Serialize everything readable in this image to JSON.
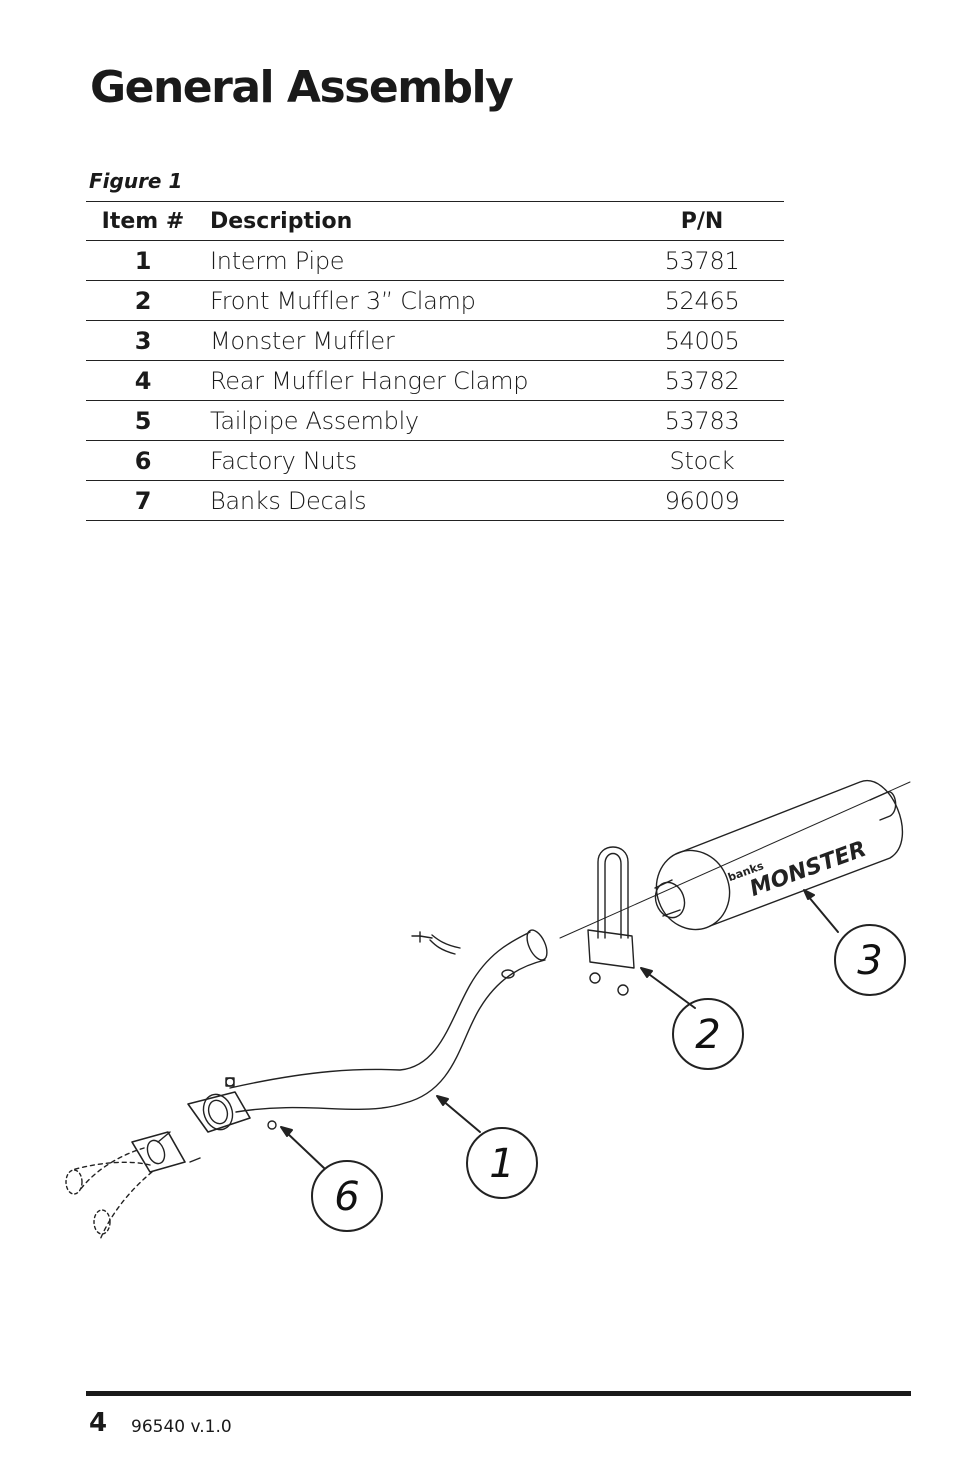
{
  "title": "General Assembly",
  "figure_label": "Figure 1",
  "table": {
    "headers": {
      "item": "Item #",
      "description": "Description",
      "pn": "P/N"
    },
    "rows": [
      {
        "item": "1",
        "description": "Interm Pipe",
        "pn": "53781"
      },
      {
        "item": "2",
        "description": "Front Muffler 3” Clamp",
        "pn": "52465"
      },
      {
        "item": "3",
        "description": "Monster Muffler",
        "pn": "54005"
      },
      {
        "item": "4",
        "description": "Rear Muffler Hanger Clamp",
        "pn": "53782"
      },
      {
        "item": "5",
        "description": "Tailpipe Assembly",
        "pn": "53783"
      },
      {
        "item": "6",
        "description": "Factory Nuts",
        "pn": "Stock"
      },
      {
        "item": "7",
        "description": "Banks Decals",
        "pn": "96009"
      }
    ]
  },
  "diagram": {
    "callouts": [
      "1",
      "2",
      "3",
      "6"
    ],
    "muffler_brand": "banks",
    "muffler_text": "MONSTER"
  },
  "footer": {
    "page_number": "4",
    "doc_version": "96540 v.1.0"
  }
}
